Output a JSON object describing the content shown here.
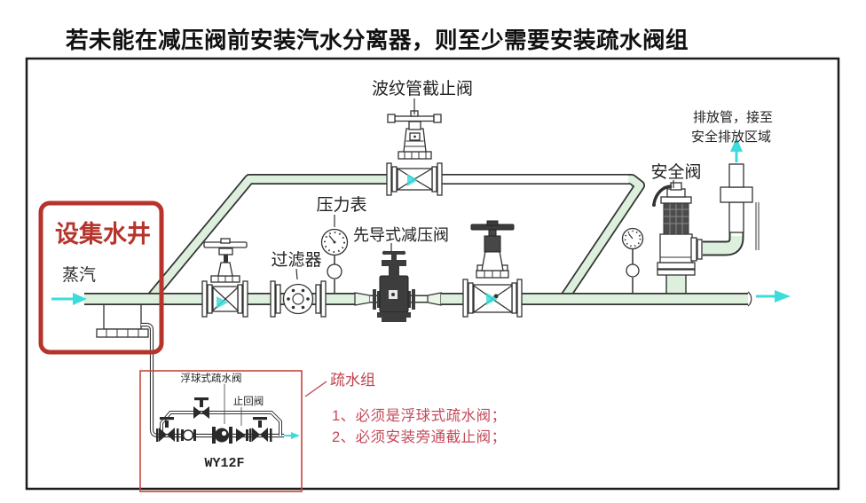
{
  "title": "若未能在减压阀前安装汽水分离器，则至少需要安装疏水阀组",
  "labels": {
    "bellows_stop_valve": "波纹管截止阀",
    "discharge_line1": "排放管，接至",
    "discharge_line2": "安全排放区域",
    "safety_valve": "安全阀",
    "pressure_gauge": "压力表",
    "pilot_prv": "先导式减压阀",
    "strainer": "过滤器",
    "collection_well": "设集水井",
    "steam": "蒸汽",
    "drain_group": "疏水组",
    "float_trap": "浮球式疏水阀",
    "check_valve": "止回阀",
    "trap_model": "WY12F",
    "note1": "1、必须是浮球式疏水阀；",
    "note2": "2、必须安装旁通截止阀；"
  },
  "colors": {
    "pipe_fill": "#ddf0dd",
    "pipe_outline": "#333333",
    "flow_arrow": "#3bdcdc",
    "red_box": "#b6342c",
    "red_note_text": "#c5495a",
    "valve_dark": "#3d3d3d"
  }
}
